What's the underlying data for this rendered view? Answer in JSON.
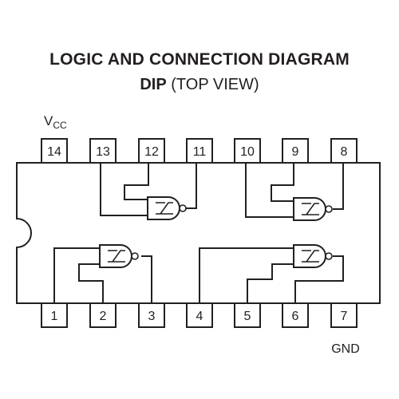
{
  "title": {
    "line1": "LOGIC AND CONNECTION DIAGRAM",
    "line2_bold": "DIP",
    "line2_rest": "(TOP VIEW)"
  },
  "labels": {
    "vcc_main": "V",
    "vcc_sub": "CC",
    "gnd": "GND"
  },
  "pins": {
    "top": [
      "14",
      "13",
      "12",
      "11",
      "10",
      "9",
      "8"
    ],
    "bottom": [
      "1",
      "2",
      "3",
      "4",
      "5",
      "6",
      "7"
    ]
  },
  "gates": [
    {
      "type": "NAND",
      "inputs": [
        "13",
        "12"
      ],
      "output": "11"
    },
    {
      "type": "NAND",
      "inputs": [
        "10",
        "9"
      ],
      "output": "8"
    },
    {
      "type": "NAND",
      "inputs": [
        "1",
        "2"
      ],
      "output": "3"
    },
    {
      "type": "NAND",
      "inputs": [
        "4",
        "5"
      ],
      "output": "6"
    }
  ],
  "colors": {
    "stroke": "#231f20",
    "background": "#ffffff"
  }
}
